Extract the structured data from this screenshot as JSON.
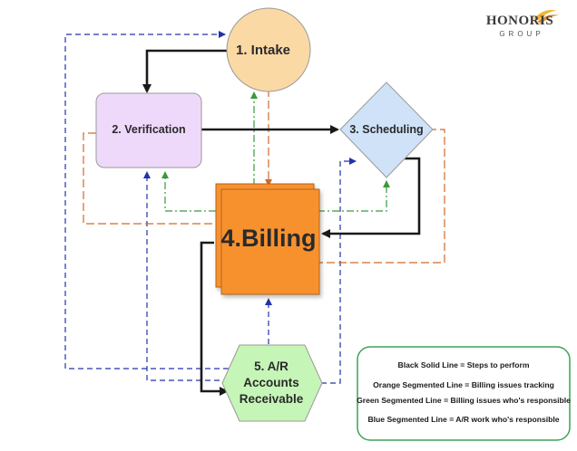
{
  "logo": {
    "name": "HONORIS",
    "subtitle": "GROUP",
    "accent_colors": [
      "#f2b632",
      "#e8892b",
      "#c9a03a"
    ]
  },
  "nodes": {
    "intake": {
      "label": "1. Intake",
      "shape": "circle",
      "fill": "#fbd9a5"
    },
    "verification": {
      "label": "2. Verification",
      "shape": "rounded-rectangle",
      "fill": "#efd9fb"
    },
    "scheduling": {
      "label": "3. Scheduling",
      "shape": "diamond",
      "fill": "#cfe2f8"
    },
    "billing": {
      "label": "4.Billing",
      "shape": "stacked-rectangles",
      "fill": "#f7912f"
    },
    "ar": {
      "lines": [
        "5. A/R",
        "Accounts",
        "Receivable"
      ],
      "shape": "hexagon",
      "fill": "#c6f5b8"
    }
  },
  "legend": {
    "border_color": "#3aa35a",
    "items": [
      "Black Solid Line = Steps to perform",
      "Orange Segmented Line = Billing issues tracking",
      "Green Segmented Line = Billing issues who's responsible",
      "Blue Segmented Line = A/R work who's responsible"
    ]
  },
  "line_colors": {
    "black": "#1a1a1a",
    "orange": "#d2692a",
    "green": "#3a9a3a",
    "blue": "#2233aa"
  }
}
